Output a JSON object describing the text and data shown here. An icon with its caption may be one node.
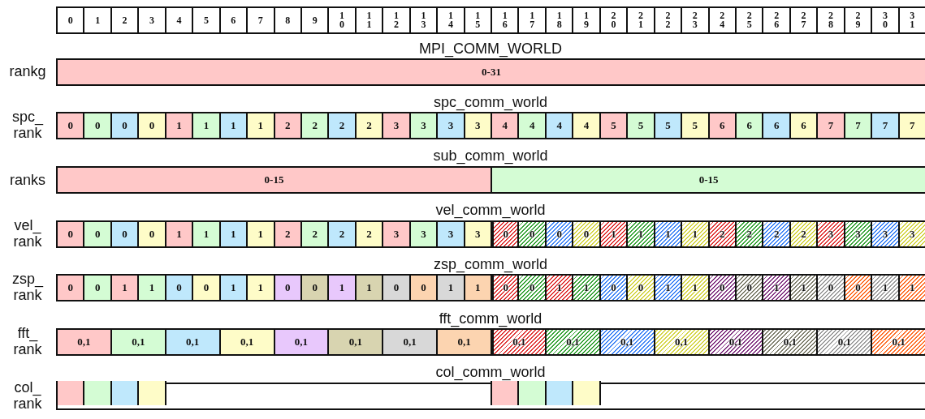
{
  "diagram": {
    "nodes": [
      {
        "text": [
          "0"
        ]
      },
      {
        "text": [
          "1"
        ]
      },
      {
        "text": [
          "2"
        ]
      },
      {
        "text": [
          "3"
        ]
      },
      {
        "text": [
          "4"
        ]
      },
      {
        "text": [
          "5"
        ]
      },
      {
        "text": [
          "6"
        ]
      },
      {
        "text": [
          "7"
        ]
      },
      {
        "text": [
          "8"
        ]
      },
      {
        "text": [
          "9"
        ]
      },
      {
        "text": [
          "10"
        ]
      },
      {
        "text": [
          "11"
        ]
      },
      {
        "text": [
          "12"
        ]
      },
      {
        "text": [
          "13"
        ]
      },
      {
        "text": [
          "14"
        ]
      },
      {
        "text": [
          "15"
        ]
      },
      {
        "text": [
          "16"
        ]
      },
      {
        "text": [
          "17"
        ]
      },
      {
        "text": [
          "18"
        ]
      },
      {
        "text": [
          "19"
        ]
      },
      {
        "text": [
          "20"
        ]
      },
      {
        "text": [
          "21"
        ]
      },
      {
        "text": [
          "22"
        ]
      },
      {
        "text": [
          "23"
        ]
      },
      {
        "text": [
          "24"
        ]
      },
      {
        "text": [
          "25"
        ]
      },
      {
        "text": [
          "26"
        ]
      },
      {
        "text": [
          "27"
        ]
      },
      {
        "text": [
          "28"
        ]
      },
      {
        "text": [
          "29"
        ]
      },
      {
        "text": [
          "30"
        ]
      },
      {
        "text": [
          "31"
        ]
      },
      {
        "text": [
          "0-31"
        ]
      },
      {
        "text": [
          "0"
        ]
      },
      {
        "text": [
          "0"
        ]
      },
      {
        "text": [
          "0"
        ]
      },
      {
        "text": [
          "0"
        ]
      },
      {
        "text": [
          "1"
        ]
      },
      {
        "text": [
          "1"
        ]
      },
      {
        "text": [
          "1"
        ]
      },
      {
        "text": [
          "1"
        ]
      },
      {
        "text": [
          "2"
        ]
      },
      {
        "text": [
          "2"
        ]
      },
      {
        "text": [
          "2"
        ]
      },
      {
        "text": [
          "2"
        ]
      },
      {
        "text": [
          "3"
        ]
      },
      {
        "text": [
          "3"
        ]
      },
      {
        "text": [
          "3"
        ]
      },
      {
        "text": [
          "3"
        ]
      },
      {
        "text": [
          "4"
        ]
      },
      {
        "text": [
          "4"
        ]
      },
      {
        "text": [
          "4"
        ]
      },
      {
        "text": [
          "4"
        ]
      },
      {
        "text": [
          "5"
        ]
      },
      {
        "text": [
          "5"
        ]
      },
      {
        "text": [
          "5"
        ]
      },
      {
        "text": [
          "5"
        ]
      },
      {
        "text": [
          "6"
        ]
      },
      {
        "text": [
          "6"
        ]
      },
      {
        "text": [
          "6"
        ]
      },
      {
        "text": [
          "6"
        ]
      },
      {
        "text": [
          "7"
        ]
      },
      {
        "text": [
          "7"
        ]
      },
      {
        "text": [
          "7"
        ]
      },
      {
        "text": [
          "7"
        ]
      },
      {
        "text": [
          "0-15"
        ]
      },
      {
        "text": [
          "0-15"
        ]
      },
      {
        "text": [
          "0"
        ]
      },
      {
        "text": [
          "0"
        ]
      },
      {
        "text": [
          "0"
        ]
      },
      {
        "text": [
          "0"
        ]
      },
      {
        "text": [
          "1"
        ]
      },
      {
        "text": [
          "1"
        ]
      },
      {
        "text": [
          "1"
        ]
      },
      {
        "text": [
          "1"
        ]
      },
      {
        "text": [
          "2"
        ]
      },
      {
        "text": [
          "2"
        ]
      },
      {
        "text": [
          "2"
        ]
      },
      {
        "text": [
          "2"
        ]
      },
      {
        "text": [
          "3"
        ]
      },
      {
        "text": [
          "3"
        ]
      },
      {
        "text": [
          "3"
        ]
      },
      {
        "text": [
          "3"
        ]
      },
      {
        "text": [
          "0"
        ]
      },
      {
        "text": [
          "0"
        ]
      },
      {
        "text": [
          "0"
        ]
      },
      {
        "text": [
          "0"
        ]
      },
      {
        "text": [
          "1"
        ]
      },
      {
        "text": [
          "1"
        ]
      },
      {
        "text": [
          "1"
        ]
      },
      {
        "text": [
          "1"
        ]
      },
      {
        "text": [
          "2"
        ]
      },
      {
        "text": [
          "2"
        ]
      },
      {
        "text": [
          "2"
        ]
      },
      {
        "text": [
          "2"
        ]
      },
      {
        "text": [
          "3"
        ]
      },
      {
        "text": [
          "3"
        ]
      },
      {
        "text": [
          "3"
        ]
      },
      {
        "text": [
          "3"
        ]
      },
      {
        "text": [
          "0"
        ]
      },
      {
        "text": [
          "0"
        ]
      },
      {
        "text": [
          "1"
        ]
      },
      {
        "text": [
          "1"
        ]
      },
      {
        "text": [
          "0"
        ]
      },
      {
        "text": [
          "0"
        ]
      },
      {
        "text": [
          "1"
        ]
      },
      {
        "text": [
          "1"
        ]
      },
      {
        "text": [
          "0"
        ]
      },
      {
        "text": [
          "0"
        ]
      },
      {
        "text": [
          "1"
        ]
      },
      {
        "text": [
          "1"
        ]
      },
      {
        "text": [
          "0"
        ]
      },
      {
        "text": [
          "0"
        ]
      },
      {
        "text": [
          "1"
        ]
      },
      {
        "text": [
          "1"
        ]
      },
      {
        "text": [
          "0"
        ]
      },
      {
        "text": [
          "0"
        ]
      },
      {
        "text": [
          "1"
        ]
      },
      {
        "text": [
          "1"
        ]
      },
      {
        "text": [
          "0"
        ]
      },
      {
        "text": [
          "0"
        ]
      },
      {
        "text": [
          "1"
        ]
      },
      {
        "text": [
          "1"
        ]
      },
      {
        "text": [
          "0"
        ]
      },
      {
        "text": [
          "0"
        ]
      },
      {
        "text": [
          "1"
        ]
      },
      {
        "text": [
          "1"
        ]
      },
      {
        "text": [
          "0"
        ]
      },
      {
        "text": [
          "0"
        ]
      },
      {
        "text": [
          "1"
        ]
      },
      {
        "text": [
          "1"
        ]
      },
      {
        "text": [
          "0,1"
        ]
      },
      {
        "text": [
          "0,1"
        ]
      },
      {
        "text": [
          "0,1"
        ]
      },
      {
        "text": [
          "0,1"
        ]
      },
      {
        "text": [
          "0,1"
        ]
      },
      {
        "text": [
          "0,1"
        ]
      },
      {
        "text": [
          "0,1"
        ]
      },
      {
        "text": [
          "0,1"
        ]
      },
      {
        "text": [
          "0,1"
        ]
      },
      {
        "text": [
          "0,1"
        ]
      },
      {
        "text": [
          "0,1"
        ]
      },
      {
        "text": [
          "0,1"
        ]
      },
      {
        "text": [
          "0,1"
        ]
      },
      {
        "text": [
          "0,1"
        ]
      },
      {
        "text": [
          "0,1"
        ]
      },
      {
        "text": [
          "0,1"
        ]
      },
      {
        "text": [],
        "shape": "box"
      },
      {
        "text": [],
        "shape": "box",
        "in": 147
      },
      {
        "text": [],
        "shape": "box",
        "in": 147
      },
      {
        "text": [],
        "shape": "box",
        "in": 147
      },
      {
        "text": [],
        "shape": "box",
        "in": 147
      },
      {
        "text": [],
        "shape": "box",
        "in": 147
      },
      {
        "text": [],
        "shape": "box",
        "in": 147
      },
      {
        "text": [],
        "shape": "box",
        "in": 147
      },
      {
        "text": [],
        "shape": "box",
        "in": 147
      }
    ],
    "labels": [
      "MPI_COMM_WORLD",
      "rankg",
      "spc_comm_world",
      "spc_ rank",
      "sub_comm_world",
      "ranks",
      "vel_comm_world",
      "vel_ rank",
      "zsp_comm_world",
      "zsp_ rank",
      "fft_comm_world",
      "fft_ rank",
      "col_comm_world",
      "col_ rank"
    ]
  }
}
